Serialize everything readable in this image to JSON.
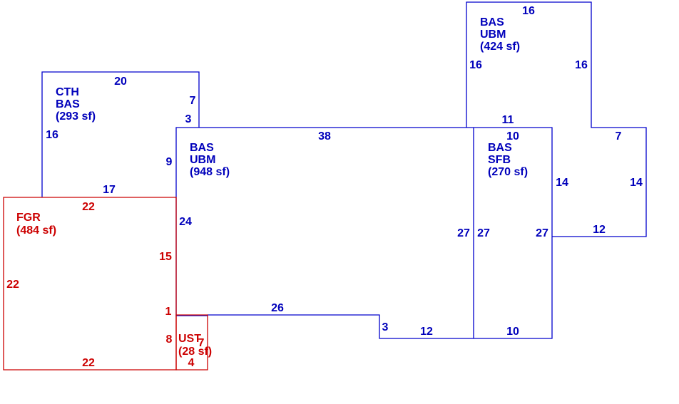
{
  "colors": {
    "main": "#0000cc",
    "garage": "#cc0000"
  },
  "areas": [
    {
      "id": "bas-ubm-top",
      "lines": [
        "BAS",
        "UBM",
        "(424 sf)"
      ],
      "color": "blue"
    },
    {
      "id": "cth-bas",
      "lines": [
        "CTH",
        "BAS",
        "(293 sf)"
      ],
      "color": "blue"
    },
    {
      "id": "bas-ubm-main",
      "lines": [
        "BAS",
        "UBM",
        "(948 sf)"
      ],
      "color": "blue"
    },
    {
      "id": "bas-sfb",
      "lines": [
        "BAS",
        "SFB",
        "(270 sf)"
      ],
      "color": "blue"
    },
    {
      "id": "fgr",
      "lines": [
        "FGR",
        "(484 sf)"
      ],
      "color": "red"
    },
    {
      "id": "ust",
      "lines": [
        "UST",
        "(28 sf)"
      ],
      "color": "red"
    }
  ],
  "dimensions": {
    "top_wing_top": "16",
    "top_wing_left": "16",
    "top_wing_right": "16",
    "top_wing_bottom": "11",
    "cth_top": "20",
    "cth_right_upper": "7",
    "cth_right_step": "3",
    "cth_left": "16",
    "cth_bottom": "17",
    "main_top": "38",
    "main_left_upper": "9",
    "main_left_lower": "24",
    "main_right": "27",
    "main_bottom_long": "26",
    "main_bottom_step": "3",
    "main_bottom_short": "12",
    "sfb_top": "10",
    "sfb_left": "27",
    "sfb_right": "27",
    "sfb_bottom": "10",
    "east_top": "7",
    "east_right": "14",
    "east_left": "14",
    "east_bottom": "12",
    "fgr_top": "22",
    "fgr_left": "22",
    "fgr_right_upper": "15",
    "fgr_right_step": "1",
    "fgr_bottom": "22",
    "ust_left": "8",
    "ust_right": "7",
    "ust_bottom": "4"
  }
}
